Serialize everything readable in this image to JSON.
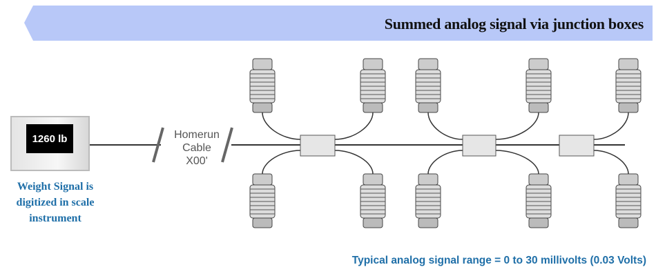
{
  "banner": {
    "title": "Summed analog signal via junction boxes",
    "color": "#b8c8f8"
  },
  "scale": {
    "display": "1260 lb",
    "caption": "Weight Signal is digitized in scale instrument"
  },
  "cable": {
    "line1": "Homerun",
    "line2": "Cable",
    "line3": "X00'"
  },
  "footer": {
    "range": "Typical analog signal range = 0 to 30 millivolts (0.03 Volts)"
  },
  "colors": {
    "accent_text": "#1f6fa8"
  }
}
